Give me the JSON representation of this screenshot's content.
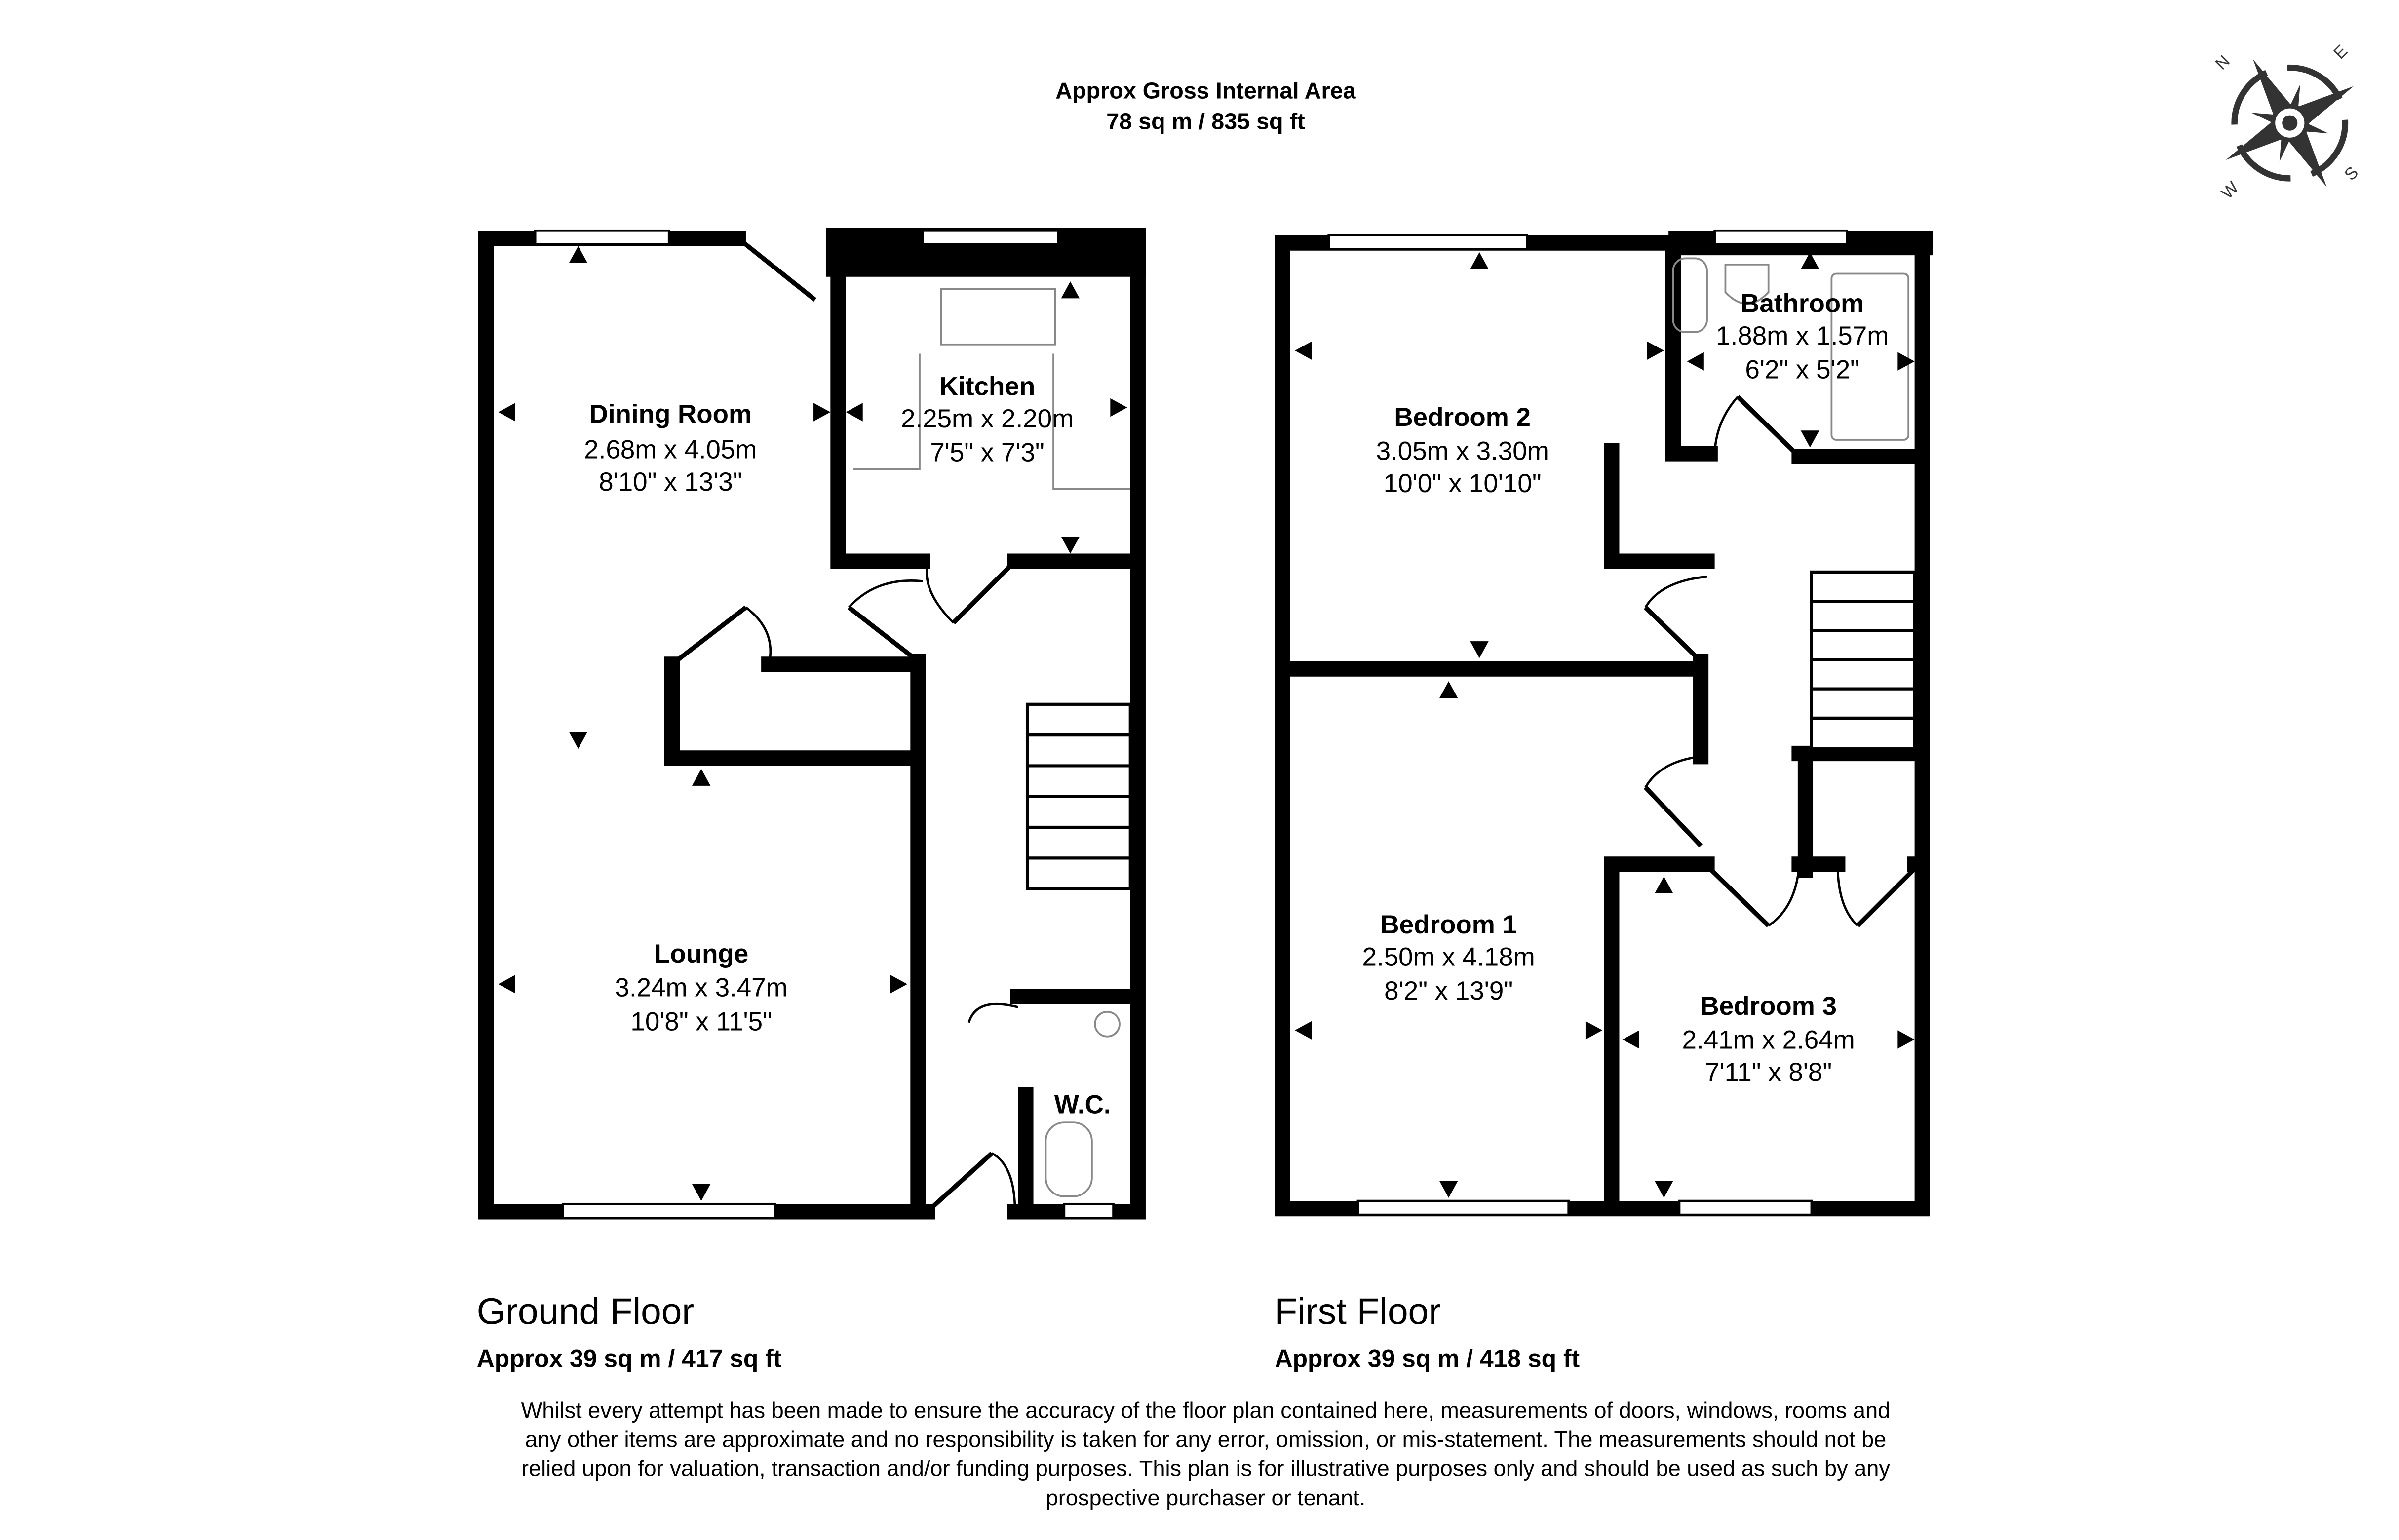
{
  "header": {
    "line1": "Approx Gross Internal Area",
    "line2": "78 sq m / 835 sq ft"
  },
  "compass": {
    "n": "N",
    "e": "E",
    "s": "S",
    "w": "W"
  },
  "ground_floor": {
    "title": "Ground Floor",
    "area": "Approx 39 sq m / 417 sq ft",
    "rooms": [
      {
        "name": "Dining Room",
        "metric": "2.68m x 4.05m",
        "imperial": "8'10\" x 13'3\""
      },
      {
        "name": "Kitchen",
        "metric": "2.25m x 2.20m",
        "imperial": "7'5\" x 7'3\""
      },
      {
        "name": "Lounge",
        "metric": "3.24m x 3.47m",
        "imperial": "10'8\" x 11'5\""
      },
      {
        "name": "W.C."
      }
    ]
  },
  "first_floor": {
    "title": "First Floor",
    "area": "Approx 39 sq m / 418 sq ft",
    "rooms": [
      {
        "name": "Bedroom 2",
        "metric": "3.05m x 3.30m",
        "imperial": "10'0\" x 10'10\""
      },
      {
        "name": "Bathroom",
        "metric": "1.88m x 1.57m",
        "imperial": "6'2\" x 5'2\""
      },
      {
        "name": "Bedroom 1",
        "metric": "2.50m x 4.18m",
        "imperial": "8'2\" x 13'9\""
      },
      {
        "name": "Bedroom 3",
        "metric": "2.41m x 2.64m",
        "imperial": "7'11\" x 8'8\""
      }
    ]
  },
  "disclaimer": [
    "Whilst every attempt has been made to ensure the accuracy of the floor plan contained here, measurements of doors, windows, rooms and",
    "any other items are approximate and no responsibility is taken for any error, omission, or mis-statement. The measurements should not be",
    "relied upon for valuation, transaction and/or funding purposes. This plan is for illustrative purposes only and should be used as such by any",
    "prospective purchaser or tenant."
  ]
}
